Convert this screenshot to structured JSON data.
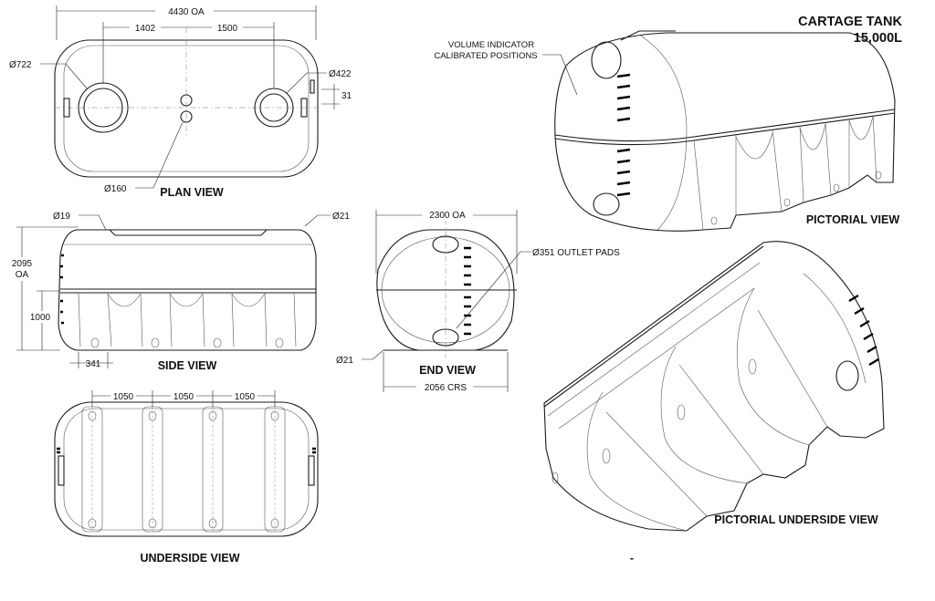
{
  "title": {
    "line1": "CARTAGE TANK",
    "line2": "15,000L"
  },
  "views": {
    "plan": "PLAN VIEW",
    "side": "SIDE VIEW",
    "end": "END VIEW",
    "underside": "UNDERSIDE VIEW",
    "pictorial": "PICTORIAL VIEW",
    "pictorial_underside": "PICTORIAL UNDERSIDE VIEW"
  },
  "dimensions": {
    "overall_length": "4430 OA",
    "spacing_a": "1402",
    "spacing_b": "1500",
    "dia_722": "Ø722",
    "dia_422": "Ø422",
    "dim_31": "31",
    "dia_160": "Ø160",
    "dia_19": "Ø19",
    "dia_21_side": "Ø21",
    "height_line1": "2095",
    "height_line2": "OA",
    "height_1000": "1000",
    "dim_341": "341",
    "width_oa": "2300 OA",
    "outlet_pads": "Ø351 OUTLET PADS",
    "dia_21_end": "Ø21",
    "crs": "2056 CRS",
    "leg_1": "1050",
    "leg_2": "1050",
    "leg_3": "1050"
  },
  "notes": {
    "volume_line1": "VOLUME INDICATOR",
    "volume_line2": "CALIBRATED POSITIONS"
  },
  "misc": {
    "dash": "-"
  }
}
